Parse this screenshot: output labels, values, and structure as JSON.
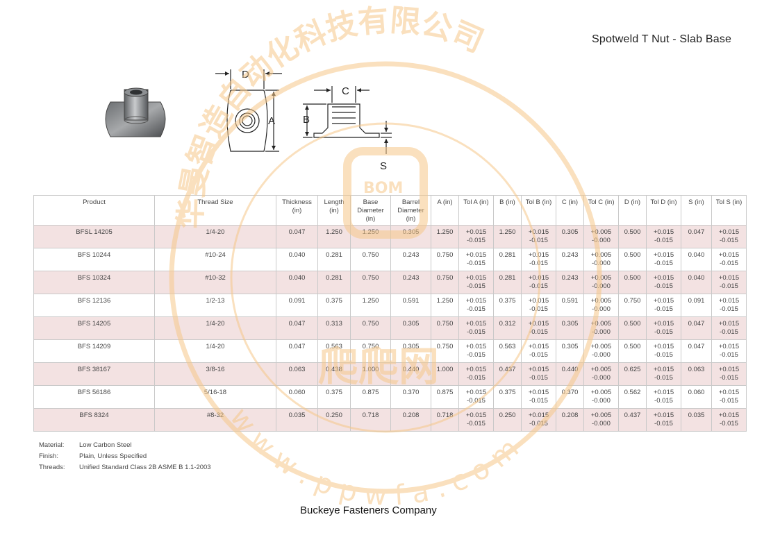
{
  "page": {
    "title": "Spotweld T Nut - Slab Base",
    "footer": "Buckeye Fasteners Company"
  },
  "drawing": {
    "labels": {
      "d": "D",
      "a": "A",
      "c": "C",
      "b": "B",
      "s": "S"
    }
  },
  "watermark": {
    "text": "华曼智造自动化科技有限公司",
    "badge": "BOM",
    "brand": "爬爬网",
    "url": "w w w . p p w f a . c o m"
  },
  "table": {
    "headers": [
      "Product",
      "Thread Size",
      "Thickness (in)",
      "Length (in)",
      "Base Diameter (in)",
      "Barrel Diameter (in)",
      "A (in)",
      "Tol A (in)",
      "B (in)",
      "Tol B (in)",
      "C (in)",
      "Tol C (in)",
      "D (in)",
      "Tol D (in)",
      "S (in)",
      "Tol S (in)"
    ],
    "rows": [
      [
        "BFSL 14205",
        "1/4-20",
        "0.047",
        "1.250",
        "1.250",
        "0.305",
        "1.250",
        "+0.015 -0.015",
        "1.250",
        "+0.015 -0.015",
        "0.305",
        "+0.005 -0.000",
        "0.500",
        "+0.015 -0.015",
        "0.047",
        "+0.015 -0.015"
      ],
      [
        "BFS 10244",
        "#10-24",
        "0.040",
        "0.281",
        "0.750",
        "0.243",
        "0.750",
        "+0.015 -0.015",
        "0.281",
        "+0.015 -0.015",
        "0.243",
        "+0.005 -0.000",
        "0.500",
        "+0.015 -0.015",
        "0.040",
        "+0.015 -0.015"
      ],
      [
        "BFS 10324",
        "#10-32",
        "0.040",
        "0.281",
        "0.750",
        "0.243",
        "0.750",
        "+0.015 -0.015",
        "0.281",
        "+0.015 -0.015",
        "0.243",
        "+0.005 -0.000",
        "0.500",
        "+0.015 -0.015",
        "0.040",
        "+0.015 -0.015"
      ],
      [
        "BFS 12136",
        "1/2-13",
        "0.091",
        "0.375",
        "1.250",
        "0.591",
        "1.250",
        "+0.015 -0.015",
        "0.375",
        "+0.015 -0.015",
        "0.591",
        "+0.005 -0.000",
        "0.750",
        "+0.015 -0.015",
        "0.091",
        "+0.015 -0.015"
      ],
      [
        "BFS 14205",
        "1/4-20",
        "0.047",
        "0.313",
        "0.750",
        "0.305",
        "0.750",
        "+0.015 -0.015",
        "0.312",
        "+0.015 -0.015",
        "0.305",
        "+0.005 -0.000",
        "0.500",
        "+0.015 -0.015",
        "0.047",
        "+0.015 -0.015"
      ],
      [
        "BFS 14209",
        "1/4-20",
        "0.047",
        "0.563",
        "0.750",
        "0.305",
        "0.750",
        "+0.015 -0.015",
        "0.563",
        "+0.015 -0.015",
        "0.305",
        "+0.005 -0.000",
        "0.500",
        "+0.015 -0.015",
        "0.047",
        "+0.015 -0.015"
      ],
      [
        "BFS 38167",
        "3/8-16",
        "0.063",
        "0.438",
        "1.000",
        "0.440",
        "1.000",
        "+0.015 -0.015",
        "0.437",
        "+0.015 -0.015",
        "0.440",
        "+0.005 -0.000",
        "0.625",
        "+0.015 -0.015",
        "0.063",
        "+0.015 -0.015"
      ],
      [
        "BFS 56186",
        "5/16-18",
        "0.060",
        "0.375",
        "0.875",
        "0.370",
        "0.875",
        "+0.015 -0.015",
        "0.375",
        "+0.015 -0.015",
        "0.370",
        "+0.005 -0.000",
        "0.562",
        "+0.015 -0.015",
        "0.060",
        "+0.015 -0.015"
      ],
      [
        "BFS 8324",
        "#8-32",
        "0.035",
        "0.250",
        "0.718",
        "0.208",
        "0.718",
        "+0.015 -0.015",
        "0.250",
        "+0.015 -0.015",
        "0.208",
        "+0.005 -0.000",
        "0.437",
        "+0.015 -0.015",
        "0.035",
        "+0.015 -0.015"
      ]
    ]
  },
  "notes": [
    {
      "label": "Material:",
      "value": "Low Carbon Steel"
    },
    {
      "label": "Finish:",
      "value": "Plain, Unless Specified"
    },
    {
      "label": "Threads:",
      "value": "Unified Standard Class 2B ASME B 1.1-2003"
    }
  ],
  "colors": {
    "row_shade": "#f3e2e2",
    "watermark": "#f6c88a",
    "border": "#c9c9c9"
  }
}
